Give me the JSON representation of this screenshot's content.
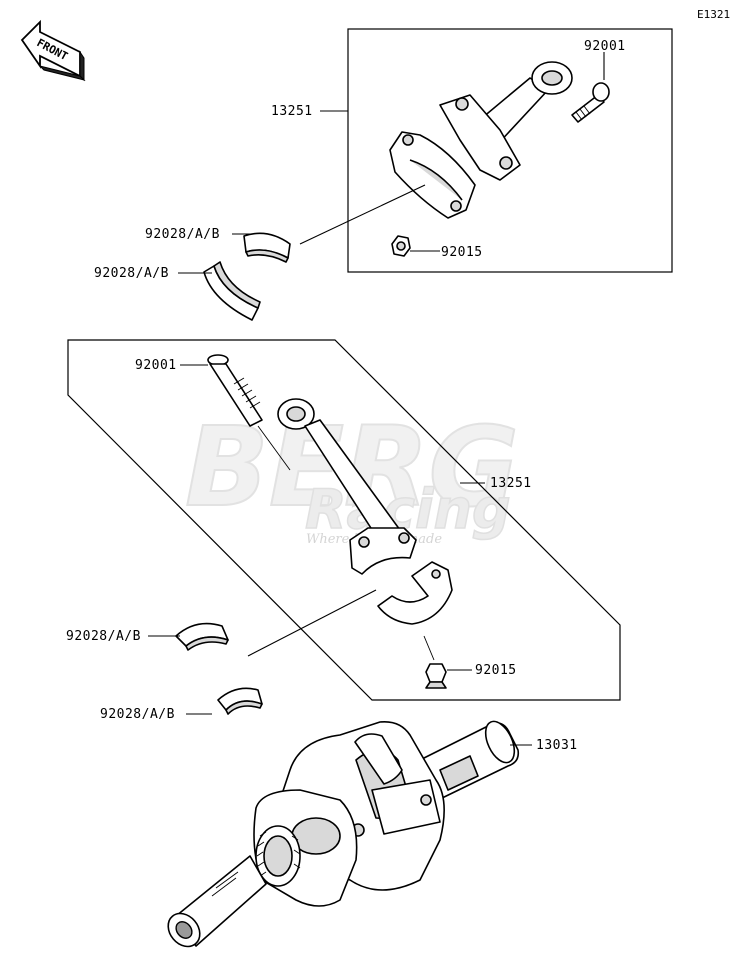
{
  "diagram_id": "E1321",
  "direction_label": "FRONT",
  "watermark": {
    "brand_line1": "BERG",
    "brand_line2": "Racing",
    "tagline": "Where [...] are made"
  },
  "group_upper": {
    "connecting_rod_label": "13251",
    "bolt_label": "92001",
    "nut_label": "92015",
    "bearing_upper_label": "92028/A/B",
    "bearing_lower_label": "92028/A/B"
  },
  "group_lower": {
    "bolt_label": "92001",
    "connecting_rod_label": "13251",
    "bearing_upper_label": "92028/A/B",
    "nut_label": "92015",
    "bearing_lower_label": "92028/A/B"
  },
  "crankshaft_label": "13031"
}
